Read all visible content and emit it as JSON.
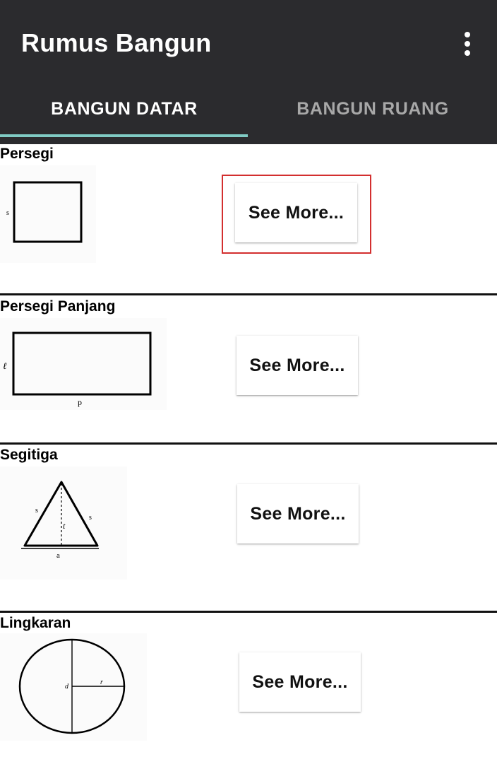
{
  "app": {
    "title": "Rumus Bangun",
    "menu_icon": "more-vert-icon"
  },
  "tabs": [
    {
      "label": "BANGUN DATAR",
      "selected": true
    },
    {
      "label": "BANGUN RUANG",
      "selected": false
    }
  ],
  "accent_color": "#80cbc4",
  "appbar_color": "#2b2b2e",
  "sections": [
    {
      "title": "Persegi",
      "button": "See More...",
      "labels": [
        "s"
      ]
    },
    {
      "title": "Persegi Panjang",
      "button": "See More...",
      "labels": [
        "ℓ",
        "p"
      ]
    },
    {
      "title": "Segitiga",
      "button": "See More...",
      "labels": [
        "s",
        "t",
        "s",
        "a"
      ]
    },
    {
      "title": "Lingkaran",
      "button": "See More...",
      "labels": [
        "d",
        "r"
      ]
    }
  ]
}
